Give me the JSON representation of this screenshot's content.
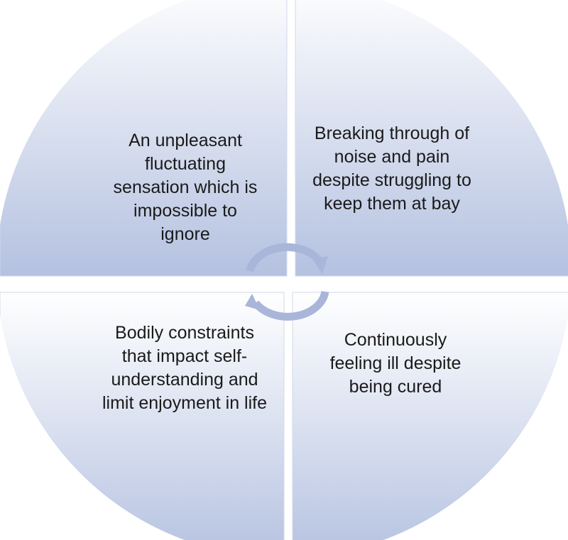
{
  "quadrants": [
    {
      "id": "top-left",
      "text": "An unpleasant fluctuating sensation which is impossible to ignore"
    },
    {
      "id": "top-right",
      "text": "Breaking through of noise and pain despite struggling to keep them at bay"
    },
    {
      "id": "bottom-left",
      "text": "Bodily constraints that impact self-understanding and limit enjoyment in life"
    },
    {
      "id": "bottom-right",
      "text": "Continuously feeling ill despite being cured"
    }
  ],
  "colors": {
    "fill_light": "#ffffff",
    "fill_dark": "#a9b8dc",
    "arrow": "#a9b5d9",
    "gap": "#ffffff"
  }
}
